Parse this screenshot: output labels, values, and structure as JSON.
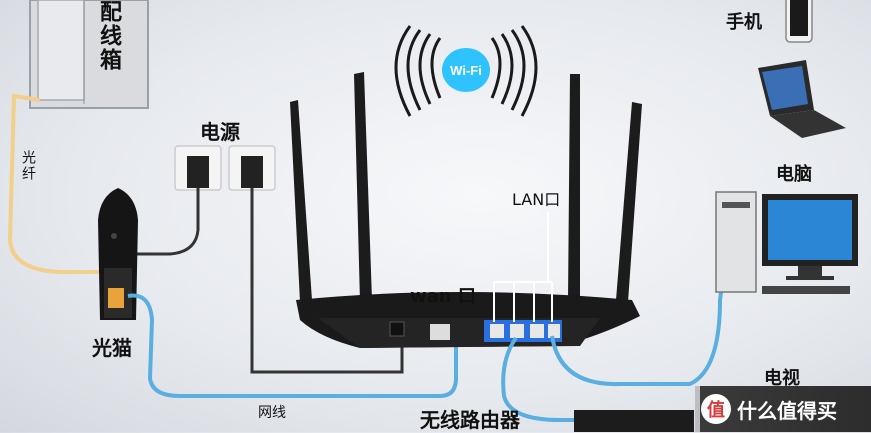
{
  "labels": {
    "distribution_box": "配线箱",
    "fiber": "光纤",
    "power": "电源",
    "modem": "光猫",
    "network_cable": "网线",
    "router": "无线路由器",
    "wan_port": "wan 口",
    "lan_port": "LAN口",
    "phone": "手机",
    "computer": "电脑",
    "tv": "电视",
    "wifi": "Wi-Fi"
  },
  "watermark": {
    "text": "什么值得买",
    "logo_char": "值"
  },
  "colors": {
    "fiber": "#f2cf8a",
    "network_cable": "#5aaee0",
    "power_cable": "#333333",
    "wifi_badge": "#2ec3ff",
    "router_body": "#1a1a1a",
    "port_highlight": "#2a6fe0"
  },
  "icons": [
    "wifi-icon",
    "phone-icon",
    "laptop-icon",
    "desktop-computer-icon",
    "power-socket-icon",
    "modem-icon",
    "router-icon",
    "tv-icon"
  ]
}
